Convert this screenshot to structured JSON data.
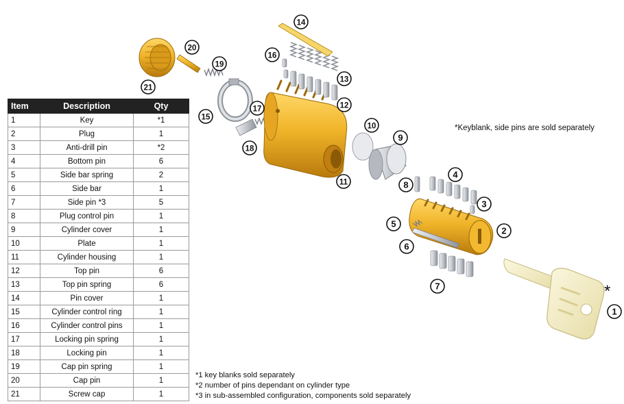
{
  "table": {
    "headers": {
      "item": "Item",
      "description": "Description",
      "qty": "Qty"
    },
    "rows": [
      {
        "item": "1",
        "description": "Key",
        "qty": "*1"
      },
      {
        "item": "2",
        "description": "Plug",
        "qty": "1"
      },
      {
        "item": "3",
        "description": "Anti-drill pin",
        "qty": "*2"
      },
      {
        "item": "4",
        "description": "Bottom pin",
        "qty": "6"
      },
      {
        "item": "5",
        "description": "Side bar spring",
        "qty": "2"
      },
      {
        "item": "6",
        "description": "Side bar",
        "qty": "1"
      },
      {
        "item": "7",
        "description": "Side pin *3",
        "qty": "5"
      },
      {
        "item": "8",
        "description": "Plug control pin",
        "qty": "1"
      },
      {
        "item": "9",
        "description": "Cylinder cover",
        "qty": "1"
      },
      {
        "item": "10",
        "description": "Plate",
        "qty": "1"
      },
      {
        "item": "11",
        "description": "Cylinder housing",
        "qty": "1"
      },
      {
        "item": "12",
        "description": "Top pin",
        "qty": "6"
      },
      {
        "item": "13",
        "description": "Top pin spring",
        "qty": "6"
      },
      {
        "item": "14",
        "description": "Pin cover",
        "qty": "1"
      },
      {
        "item": "15",
        "description": "Cylinder control ring",
        "qty": "1"
      },
      {
        "item": "16",
        "description": "Cylinder control pins",
        "qty": "1"
      },
      {
        "item": "17",
        "description": "Locking pin spring",
        "qty": "1"
      },
      {
        "item": "18",
        "description": "Locking pin",
        "qty": "1"
      },
      {
        "item": "19",
        "description": "Cap pin spring",
        "qty": "1"
      },
      {
        "item": "20",
        "description": "Cap pin",
        "qty": "1"
      },
      {
        "item": "21",
        "description": "Screw cap",
        "qty": "1"
      }
    ]
  },
  "side_note": "*Keyblank, side pins are sold separately",
  "footnotes": [
    "*1 key blanks sold separately",
    "*2 number of pins dependant on cylinder type",
    "*3 in sub-assembled configuration, components sold separately"
  ],
  "key_asterisk": "*",
  "callouts": [
    "1",
    "2",
    "3",
    "4",
    "5",
    "6",
    "7",
    "8",
    "9",
    "10",
    "11",
    "12",
    "13",
    "14",
    "15",
    "16",
    "17",
    "18",
    "19",
    "20",
    "21"
  ],
  "colors": {
    "brass": "#f0b429",
    "brass_dark": "#c98a12",
    "steel": "#c9ccd1",
    "key": "#f3edc5",
    "header": "#222222"
  }
}
